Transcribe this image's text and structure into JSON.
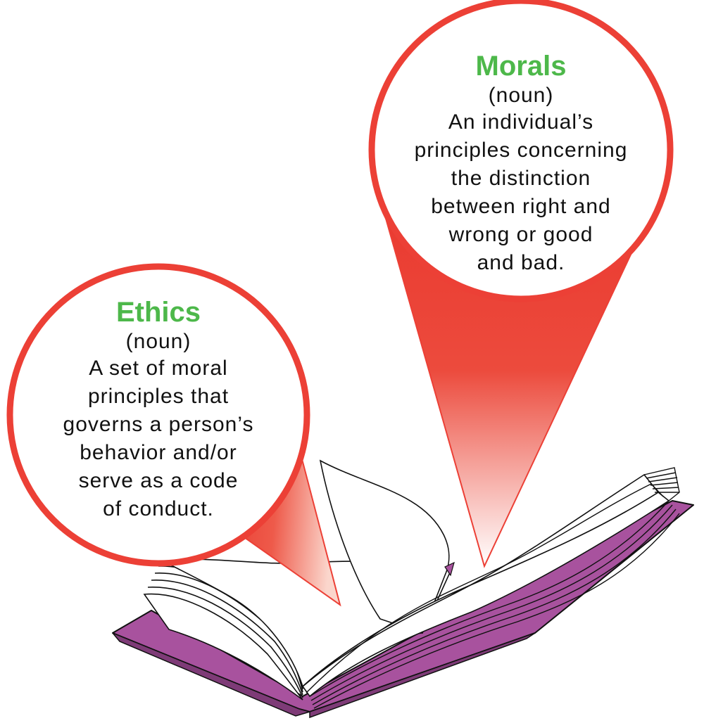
{
  "colors": {
    "term": "#4db84a",
    "bubble_stroke": "#ec4036",
    "pointer_red": "#ea3a30",
    "book_cover": "#a8529e",
    "outline": "#111111"
  },
  "morals": {
    "term": "Morals",
    "part_of_speech": "(noun)",
    "definition": "An individual’s\nprinciples concerning\nthe distinction\nbetween right and\nwrong or good\nand bad."
  },
  "ethics": {
    "term": "Ethics",
    "part_of_speech": "(noun)",
    "definition": "A set of moral\nprinciples that\ngoverns a person’s\nbehavior and/or\nserve as a code\nof conduct."
  }
}
